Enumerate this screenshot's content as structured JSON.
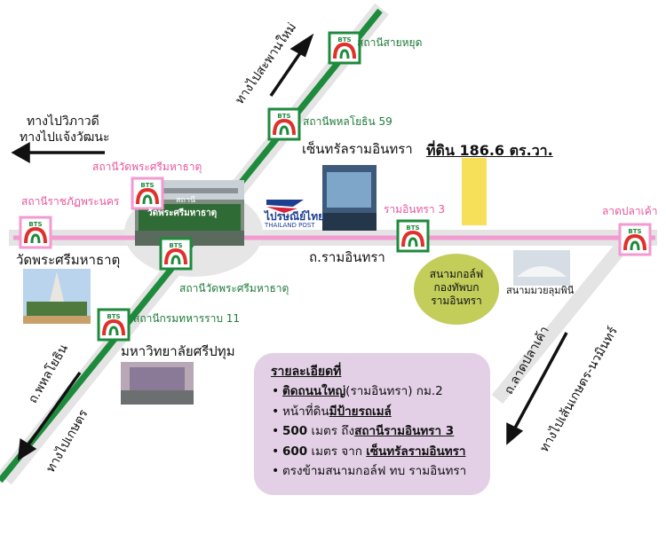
{
  "stations": {
    "sai_yud": "สถานีสายหยุด",
    "phahon_59": "สถานีพหลโยธิน 59",
    "wat_top": "สถานีวัดพระศรีมหาธาตุ",
    "ratchaphat": "สถานีราชภัฏพระนคร",
    "wat_bottom": "สถานีวัดพระศรีมหาธาตุ",
    "kromtaharn": "สถานีกรมทหารราบ 11",
    "ram_3": "รามอินทรา 3",
    "lat_pla_khao": "ลาดปลาเค้า",
    "bts_badge": "BTS"
  },
  "places": {
    "central": "เซ็นทรัลรามอินทรา",
    "wat_name": "วัดพระศรีมหาธาตุ",
    "ram_road": "ถ.รามอินทรา",
    "sripatum": "มหาวิทยาลัยศรีปทุม",
    "boxing": "สนามมวยลุมพินี",
    "golf_line1": "สนามกอล์ฟ",
    "golf_line2": "กองทัพบก",
    "golf_line3": "รามอินทรา",
    "thai_post": "ไปรษณีย์ไทย",
    "thai_post_en": "THAILAND POST",
    "station_sign_line1": "สถานี",
    "station_sign_line2": "วัดพระศรีมหาธาตุ"
  },
  "directions": {
    "saphan_mai": "ทางไปสะพานใหม่",
    "vibhavadi": "ทางไปวิภาวดี",
    "chaengwattana": "ทางไปแจ้งวัฒนะ",
    "phahon_road": "ถ.พหลโยธิน",
    "kaset": "ทางไปเกษตร",
    "lat_pla_khao_road": "ถ.ลาดปลาเค้า",
    "kaset_nawamin": "ทางไปเส้นเกษตร-นวมินทร์"
  },
  "land": {
    "label": "ที่ดิน 186.6 ตร.วา."
  },
  "details": {
    "title": "รายละเอียดที่",
    "items": [
      {
        "bold": "ติดถนนใหญ่",
        "rest": "(รามอินทรา) กม.2"
      },
      {
        "pre": "หน้าที่ดิน",
        "bold": "มีป้ายรถเมล์"
      },
      {
        "num": "500",
        "mid": " เมตร ถึง",
        "bold": "สถานีรามอินทรา 3"
      },
      {
        "num": "600",
        "mid": " เมตร จาก ",
        "bold": "เซ็นทรัลรามอินทรา"
      },
      {
        "text": "ตรงข้ามสนามกอล์ฟ ทบ รามอินทรา"
      }
    ]
  },
  "colors": {
    "green_line": "#1e8a3c",
    "pink_line": "#f29ad1",
    "land_plot": "#f6e05a",
    "golf": "#c2cd5a",
    "info_box": "#e3cfe6"
  }
}
